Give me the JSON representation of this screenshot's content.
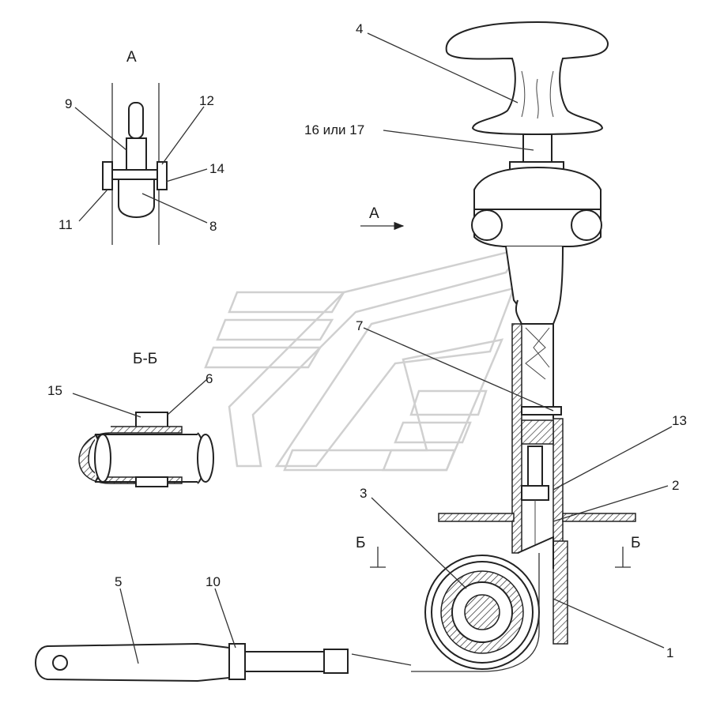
{
  "views": {
    "view_a": "А",
    "section_bb": "Б-Б",
    "arrow_a": "А",
    "cut_left": "Б",
    "cut_right": "Б"
  },
  "callouts": [
    {
      "id": "c1",
      "text": "1"
    },
    {
      "id": "c2",
      "text": "2"
    },
    {
      "id": "c3",
      "text": "3"
    },
    {
      "id": "c4",
      "text": "4"
    },
    {
      "id": "c5",
      "text": "5"
    },
    {
      "id": "c6",
      "text": "6"
    },
    {
      "id": "c7",
      "text": "7"
    },
    {
      "id": "c8",
      "text": "8"
    },
    {
      "id": "c9",
      "text": "9"
    },
    {
      "id": "c10",
      "text": "10"
    },
    {
      "id": "c11",
      "text": "11"
    },
    {
      "id": "c12",
      "text": "12"
    },
    {
      "id": "c13",
      "text": "13"
    },
    {
      "id": "c14",
      "text": "14"
    },
    {
      "id": "c15",
      "text": "15"
    },
    {
      "id": "c16",
      "text": "16 или 17"
    }
  ]
}
